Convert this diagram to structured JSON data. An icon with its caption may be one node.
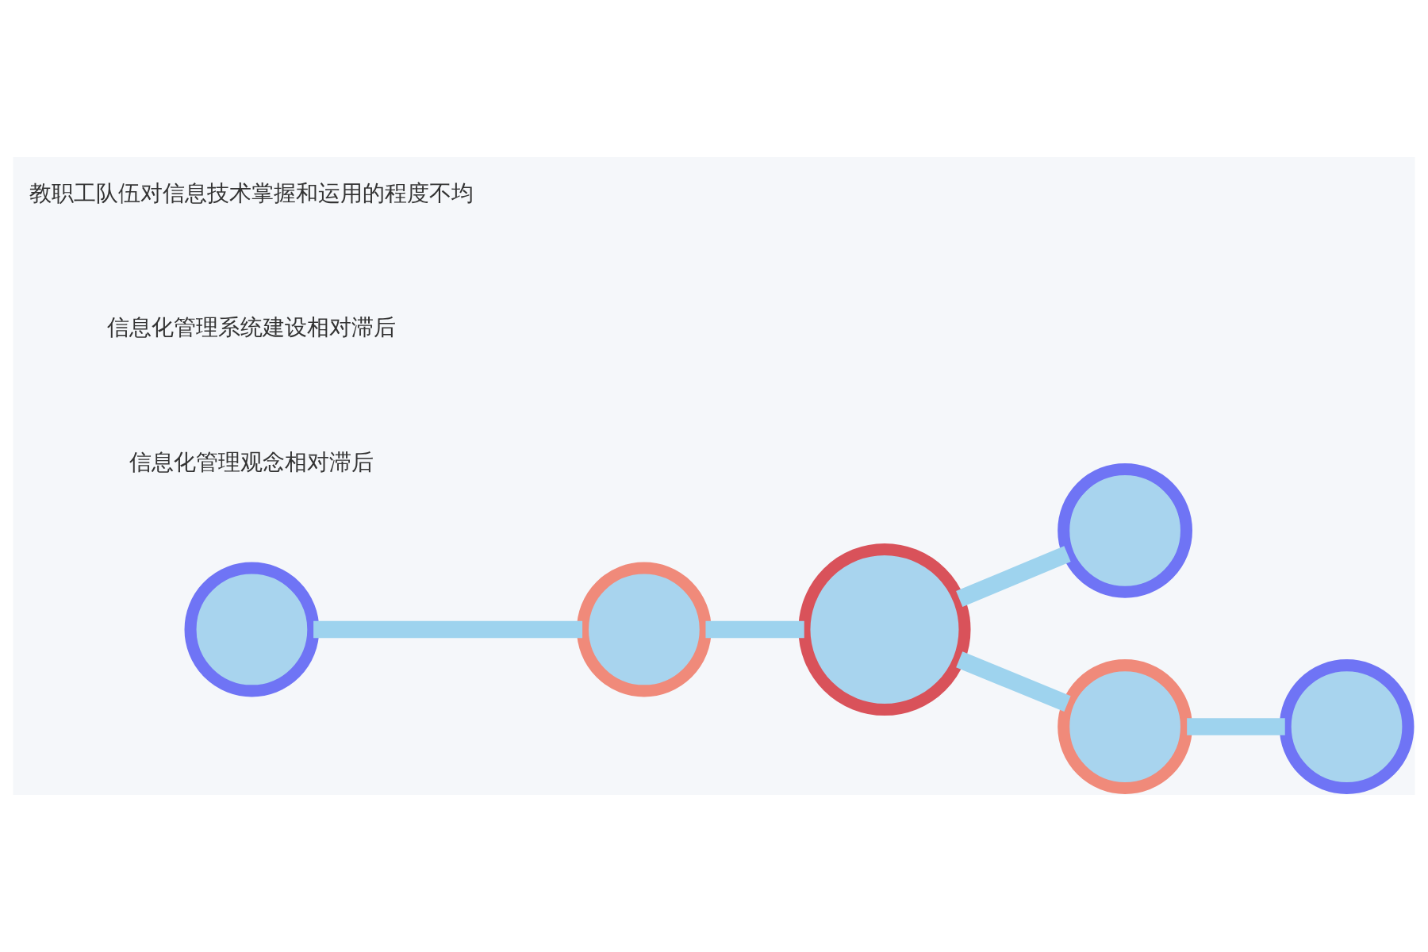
{
  "diagram": {
    "nodes": [
      {
        "text": [],
        "shape": "circle"
      },
      {
        "text": [],
        "shape": "circle"
      },
      {
        "text": [],
        "shape": "circle"
      },
      {
        "text": [],
        "shape": "circle"
      },
      {
        "text": [],
        "shape": "circle"
      },
      {
        "text": [],
        "shape": "circle"
      }
    ],
    "edges": [
      {
        "from": 0,
        "to": 1,
        "arrow": "none"
      },
      {
        "from": 1,
        "to": 2,
        "arrow": "none"
      },
      {
        "from": 2,
        "to": 3,
        "arrow": "none"
      },
      {
        "from": 2,
        "to": 4,
        "arrow": "none"
      },
      {
        "from": 4,
        "to": 5,
        "arrow": "none"
      }
    ],
    "labels": [
      "信息化管理观念相对滞后",
      "信息化管理系统建设相对滞后",
      "教职工队伍对信息技术掌握和运用的程度不均"
    ]
  }
}
